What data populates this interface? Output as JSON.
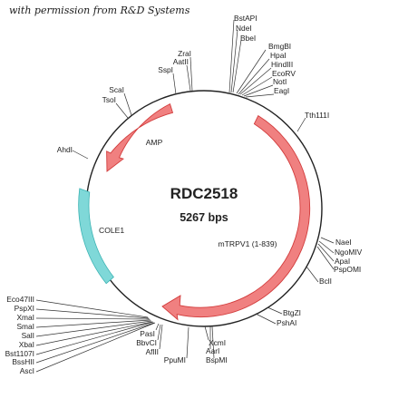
{
  "header": {
    "permission_note": "with permission from R&D Systems"
  },
  "plasmid": {
    "name": "RDC2518",
    "size_label": "5267 bps",
    "colors": {
      "circle": "#222222",
      "gene_arrow": "#f08080",
      "gene_arrow_stroke": "#d23c3c",
      "origin_block": "#7fd8d8",
      "origin_block_stroke": "#3bb3b3"
    }
  },
  "features": [
    {
      "label": "AMP",
      "kind": "arrow"
    },
    {
      "label": "mTRPV1 (1-839)",
      "kind": "arrow"
    },
    {
      "label": "COLE1",
      "kind": "block"
    }
  ],
  "sites": {
    "top": [
      "BstAPI",
      "NdeI",
      "BbeI",
      "BmgBI",
      "HpaI",
      "HindIII",
      "EcoRV",
      "NotI",
      "EagI",
      "ZraI",
      "AatII",
      "SspI",
      "ScaI",
      "TsoI",
      "Tth111I"
    ],
    "left": [
      "AhdI"
    ],
    "right": [
      "NaeI",
      "NgoMIV",
      "ApaI",
      "PspOMI",
      "BclI",
      "BtgZI",
      "PshAI"
    ],
    "bottom_left": [
      "Eco47III",
      "PspXI",
      "XmaI",
      "SmaI",
      "SalI",
      "XbaI",
      "Bst1107I",
      "BssHII",
      "AscI"
    ],
    "bottom": [
      "PasI",
      "BbvCI",
      "AflII",
      "PpuMI",
      "XcmI",
      "AarI",
      "BspMI"
    ]
  }
}
